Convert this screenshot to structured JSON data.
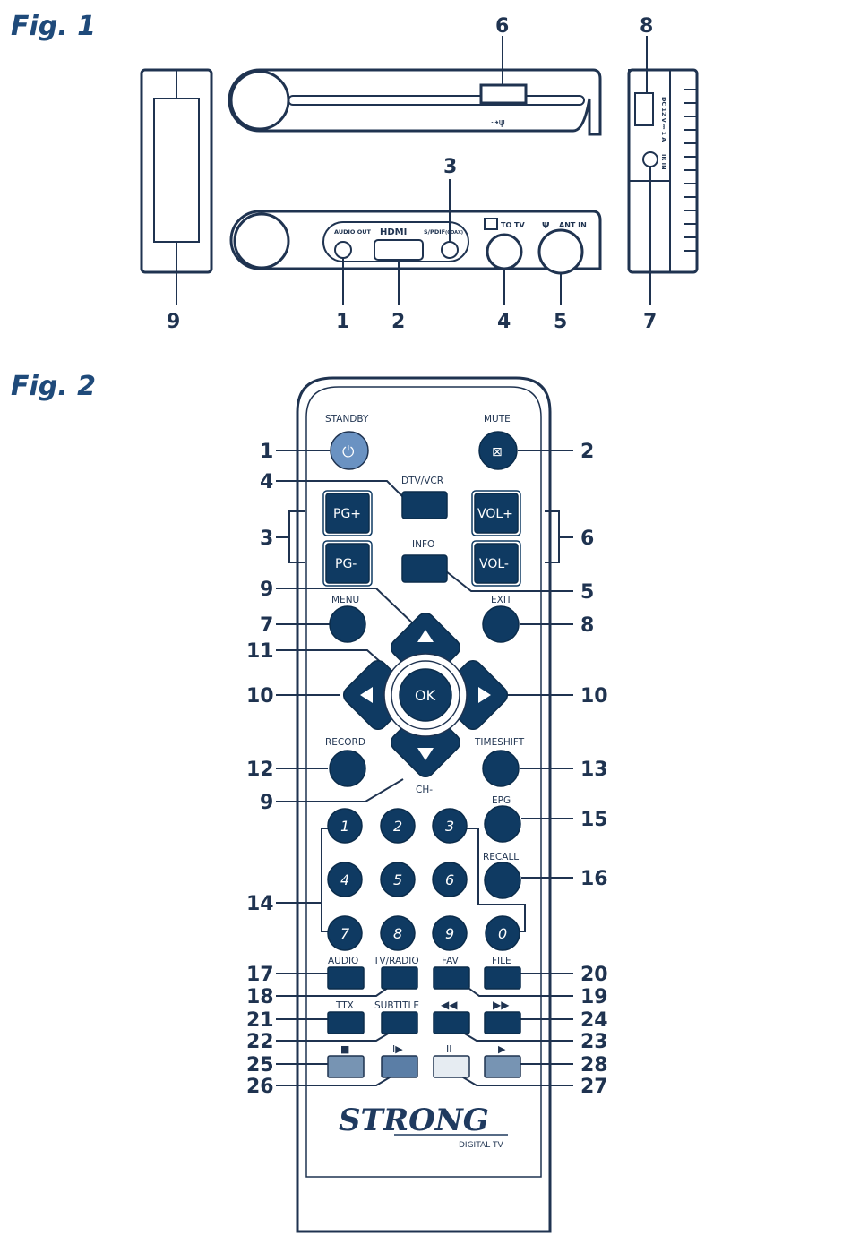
{
  "figures": {
    "fig1_title": "Fig. 1",
    "fig2_title": "Fig. 2"
  },
  "fig1": {
    "callouts": [
      "1",
      "2",
      "3",
      "4",
      "5",
      "6",
      "7",
      "8",
      "9"
    ],
    "port_labels": {
      "audio_out": "AUDIO OUT",
      "hdmi": "HDMI",
      "spdif": "S/PDIF",
      "spdif_sub": "(COAX)",
      "to_tv": "TO TV",
      "ant_in": "ANT IN",
      "dc": "DC 12 V ⎓ 1 A",
      "ir_in": "IR IN"
    }
  },
  "remote": {
    "top_labels": {
      "standby": "STANDBY",
      "mute": "MUTE",
      "dtv_vcr": "DTV/VCR",
      "info": "INFO",
      "menu": "MENU",
      "exit": "EXIT",
      "record": "RECORD",
      "timeshift": "TIMESHIFT",
      "ch_minus": "CH-",
      "epg": "EPG",
      "recall": "RECALL",
      "audio": "AUDIO",
      "tv_radio": "TV/RADIO",
      "fav": "FAV",
      "file": "FILE",
      "ttx": "TTX",
      "subtitle": "SUBTITLE"
    },
    "button_texts": {
      "pg_plus": "PG+",
      "pg_minus": "PG-",
      "vol_plus": "VOL+",
      "vol_minus": "VOL-",
      "ok": "OK"
    },
    "digits": [
      "1",
      "2",
      "3",
      "4",
      "5",
      "6",
      "7",
      "8",
      "9",
      "0"
    ],
    "brand": "STRONG",
    "brand_sub": "DIGITAL TV",
    "callouts_left": [
      "1",
      "4",
      "3",
      "9",
      "7",
      "11",
      "10",
      "12",
      "9",
      "14",
      "17",
      "18",
      "21",
      "22",
      "25",
      "26"
    ],
    "callouts_right": [
      "2",
      "6",
      "5",
      "8",
      "10",
      "13",
      "15",
      "16",
      "20",
      "19",
      "24",
      "23",
      "28",
      "27"
    ]
  },
  "colors": {
    "dark_blue": "#0f3a62",
    "label_blue": "#1f3350",
    "title_blue": "#1f4a7a",
    "standby_blue": "#6a92c2",
    "color_key_blue": "#7794b3",
    "color_key_light": "#e6ecf2"
  }
}
